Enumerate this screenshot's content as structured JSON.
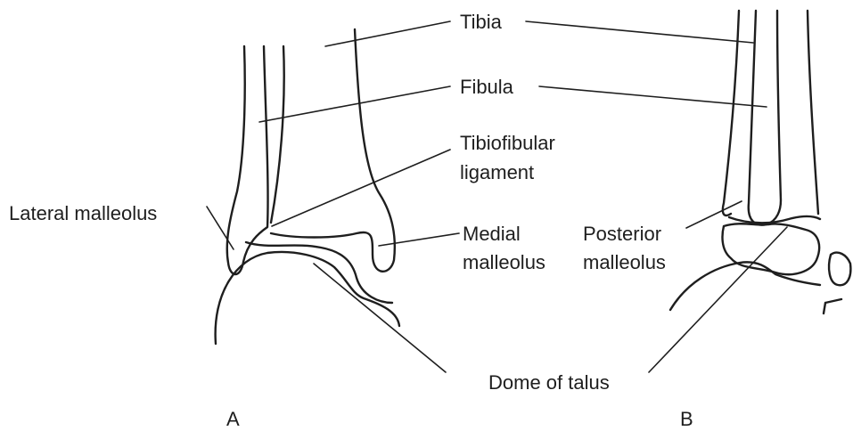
{
  "labels": {
    "tibia": "Tibia",
    "fibula": "Fibula",
    "tibiofibular_1": "Tibiofibular",
    "tibiofibular_2": "ligament",
    "lateral_malleolus": "Lateral malleolus",
    "medial_1": "Medial",
    "medial_2": "malleolus",
    "posterior_1": "Posterior",
    "posterior_2": "malleolus",
    "dome_of_talus": "Dome of talus",
    "panel_a": "A",
    "panel_b": "B"
  }
}
